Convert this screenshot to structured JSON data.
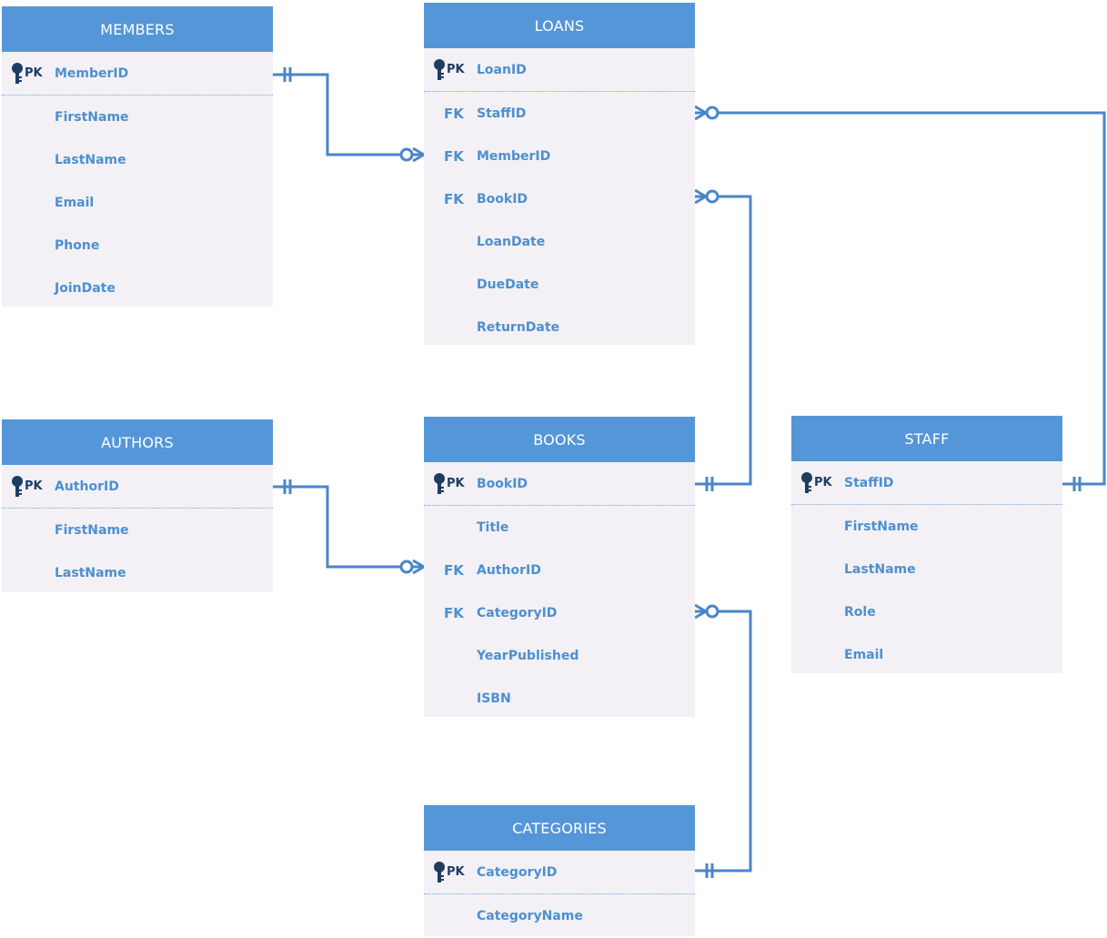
{
  "tables": {
    "members": {
      "title": "MEMBERS",
      "fields": [
        {
          "key": "PK",
          "name": "MemberID"
        },
        {
          "key": "",
          "name": "FirstName"
        },
        {
          "key": "",
          "name": "LastName"
        },
        {
          "key": "",
          "name": "Email"
        },
        {
          "key": "",
          "name": "Phone"
        },
        {
          "key": "",
          "name": "JoinDate"
        }
      ]
    },
    "loans": {
      "title": "LOANS",
      "fields": [
        {
          "key": "PK",
          "name": "LoanID"
        },
        {
          "key": "FK",
          "name": "StaffID"
        },
        {
          "key": "FK",
          "name": "MemberID"
        },
        {
          "key": "FK",
          "name": "BookID"
        },
        {
          "key": "",
          "name": "LoanDate"
        },
        {
          "key": "",
          "name": "DueDate"
        },
        {
          "key": "",
          "name": "ReturnDate"
        }
      ]
    },
    "authors": {
      "title": "AUTHORS",
      "fields": [
        {
          "key": "PK",
          "name": "AuthorID"
        },
        {
          "key": "",
          "name": "FirstName"
        },
        {
          "key": "",
          "name": "LastName"
        }
      ]
    },
    "books": {
      "title": "BOOKS",
      "fields": [
        {
          "key": "PK",
          "name": "BookID"
        },
        {
          "key": "",
          "name": "Title"
        },
        {
          "key": "FK",
          "name": "AuthorID"
        },
        {
          "key": "FK",
          "name": "CategoryID"
        },
        {
          "key": "",
          "name": "YearPublished"
        },
        {
          "key": "",
          "name": "ISBN"
        }
      ]
    },
    "staff": {
      "title": "STAFF",
      "fields": [
        {
          "key": "PK",
          "name": "StaffID"
        },
        {
          "key": "",
          "name": "FirstName"
        },
        {
          "key": "",
          "name": "LastName"
        },
        {
          "key": "",
          "name": "Role"
        },
        {
          "key": "",
          "name": "Email"
        }
      ]
    },
    "categories": {
      "title": "CATEGORIES",
      "fields": [
        {
          "key": "PK",
          "name": "CategoryID"
        },
        {
          "key": "",
          "name": "CategoryName"
        }
      ]
    }
  },
  "colors": {
    "header": "#5596d9",
    "body": "#f3f1f5",
    "field_text": "#4d8fd0",
    "pk_text": "#1f3d63",
    "connector": "#4a86c8"
  },
  "icons": {
    "primary_key": "key-icon"
  }
}
